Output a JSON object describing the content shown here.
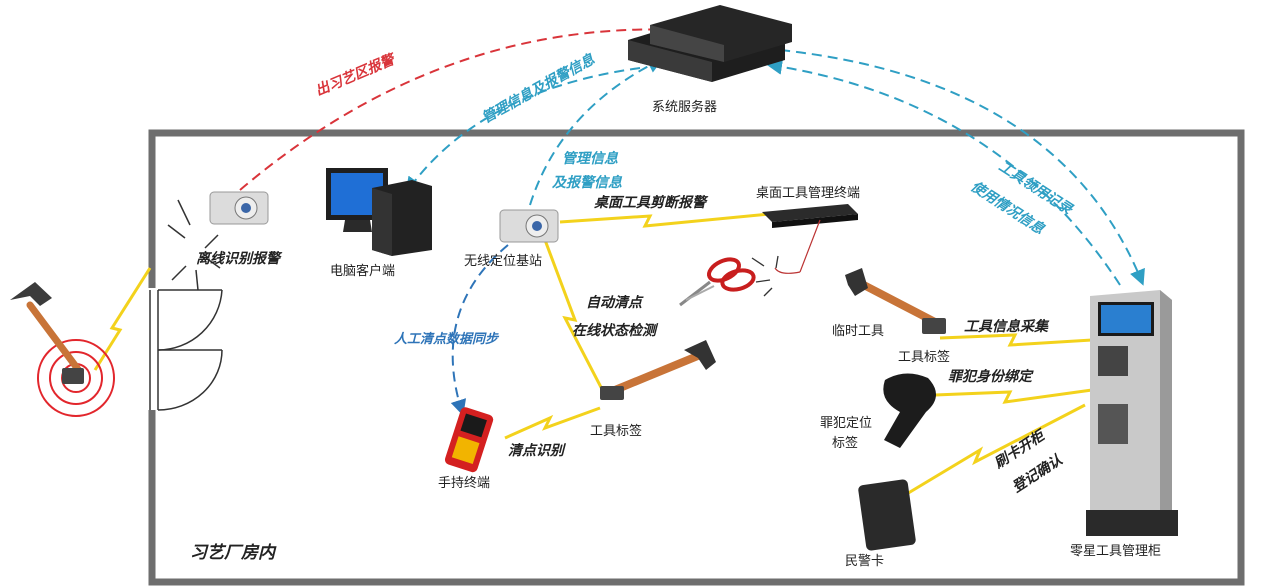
{
  "colors": {
    "alarm_red": "#d9343a",
    "info_blue": "#2f9fc4",
    "sync_blue": "#2e74b8",
    "signal_yellow": "#f3d21c",
    "frame_grey": "#6e6e6e"
  },
  "area": {
    "label": "习艺厂房内"
  },
  "nodes": {
    "server": "系统服务器",
    "pc_client": "电脑客户端",
    "wireless_base": "无线定位基站",
    "desk_terminal": "桌面工具管理终端",
    "handheld": "手持终端",
    "tool_tag_center": "工具标签",
    "temp_tool": "临时工具",
    "tool_tag_right": "工具标签",
    "inmate_tag_line1": "罪犯定位",
    "inmate_tag_line2": "标签",
    "police_card": "民警卡",
    "cabinet": "零星工具管理柜"
  },
  "flows": {
    "exit_alarm": "出习艺区报警",
    "mgmt_alarm_info": "管理信息及报警信息",
    "mgmt_info_line1": "管理信息",
    "mgmt_info_line2": "及报警信息",
    "tool_record": "工具领用记录",
    "usage_info": "使用情况信息",
    "offline_alarm": "离线识别报警",
    "desk_cut_alarm": "桌面工具剪断报警",
    "auto_count": "自动清点",
    "online_check": "在线状态检测",
    "manual_sync": "人工清点数据同步",
    "count_identify": "清点识别",
    "tool_info_collect": "工具信息采集",
    "inmate_bind": "罪犯身份绑定",
    "card_open": "刷卡开柜",
    "register_confirm": "登记确认"
  }
}
